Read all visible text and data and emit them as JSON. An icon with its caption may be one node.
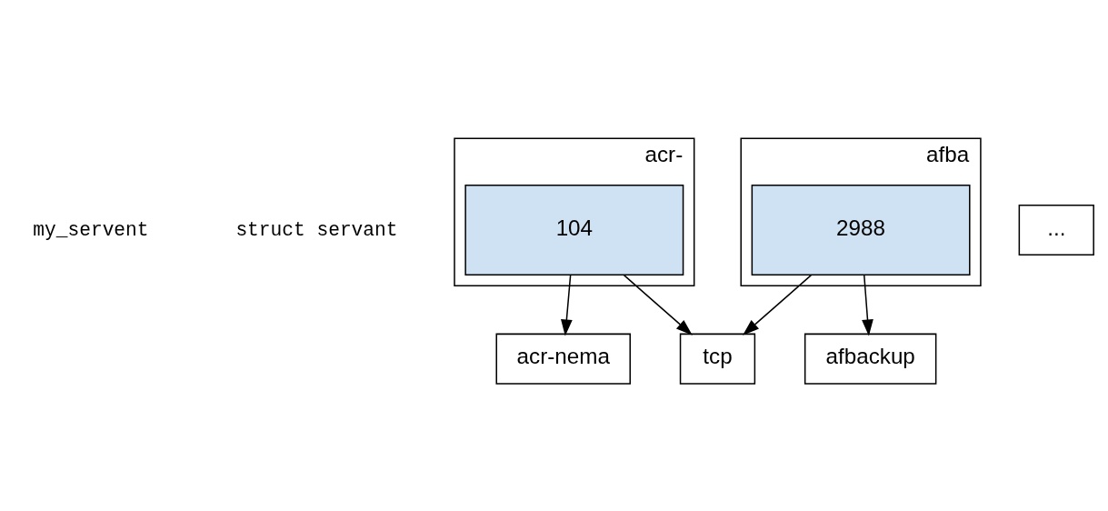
{
  "diagram": {
    "nodes": [
      {
        "text": [
          "acr-"
        ]
      },
      {
        "text": [
          "104"
        ],
        "in": 0
      },
      {
        "text": [
          "afba"
        ]
      },
      {
        "text": [
          "2988"
        ],
        "in": 2
      },
      {
        "text": [
          "..."
        ]
      },
      {
        "text": [
          "acr-nema"
        ]
      },
      {
        "text": [
          "afbackup"
        ]
      },
      {
        "text": [
          "tcp"
        ]
      }
    ],
    "edges": [
      {
        "from": 1,
        "to": 5,
        "arrow": "to"
      },
      {
        "from": 1,
        "to": 7,
        "arrow": "to"
      },
      {
        "from": 3,
        "to": 6,
        "arrow": "to"
      },
      {
        "from": 3,
        "to": 7,
        "arrow": "to"
      }
    ],
    "labels": [
      "my_servent",
      "struct servant"
    ]
  }
}
